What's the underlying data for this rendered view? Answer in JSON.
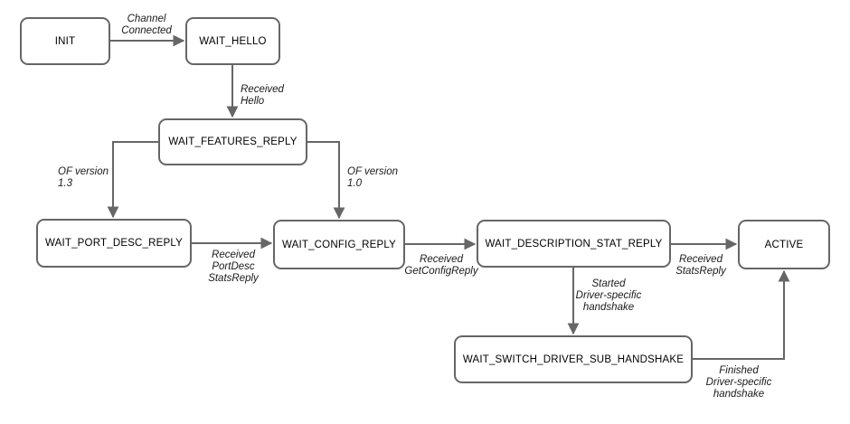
{
  "diagram": {
    "type": "state-machine-flowchart",
    "colors": {
      "line": "#666666",
      "node_border": "#666666",
      "node_fill": "#ffffff",
      "text": "#000000",
      "background": "#ffffff"
    },
    "nodes": {
      "init": {
        "label": "INIT"
      },
      "wait_hello": {
        "label": "WAIT_HELLO"
      },
      "wait_features_reply": {
        "label": "WAIT_FEATURES_REPLY"
      },
      "wait_port_desc_reply": {
        "label": "WAIT_PORT_DESC_REPLY"
      },
      "wait_config_reply": {
        "label": "WAIT_CONFIG_REPLY"
      },
      "wait_description_stat_reply": {
        "label": "WAIT_DESCRIPTION_STAT_REPLY"
      },
      "active": {
        "label": "ACTIVE"
      },
      "wait_switch_driver_sub_handshake": {
        "label": "WAIT_SWITCH_DRIVER_SUB_HANDSHAKE"
      }
    },
    "edges": {
      "channel_connected": {
        "from": "init",
        "to": "wait_hello",
        "label": "Channel\nConnected"
      },
      "received_hello": {
        "from": "wait_hello",
        "to": "wait_features_reply",
        "label": "Received\nHello"
      },
      "of_version_13": {
        "from": "wait_features_reply",
        "to": "wait_port_desc_reply",
        "label": "OF version\n1.3"
      },
      "of_version_10": {
        "from": "wait_features_reply",
        "to": "wait_config_reply",
        "label": "OF version\n1.0"
      },
      "received_portdesc_statsreply": {
        "from": "wait_port_desc_reply",
        "to": "wait_config_reply",
        "label": "Received\nPortDesc\nStatsReply"
      },
      "received_getconfigreply": {
        "from": "wait_config_reply",
        "to": "wait_description_stat_reply",
        "label": "Received\nGetConfigReply"
      },
      "received_statsreply": {
        "from": "wait_description_stat_reply",
        "to": "active",
        "label": "Received\nStatsReply"
      },
      "started_driver_specific_handshake": {
        "from": "wait_description_stat_reply",
        "to": "wait_switch_driver_sub_handshake",
        "label": "Started\nDriver-specific\nhandshake"
      },
      "finished_driver_specific_handshake": {
        "from": "wait_switch_driver_sub_handshake",
        "to": "active",
        "label": "Finished\nDriver-specific\nhandshake"
      }
    }
  }
}
